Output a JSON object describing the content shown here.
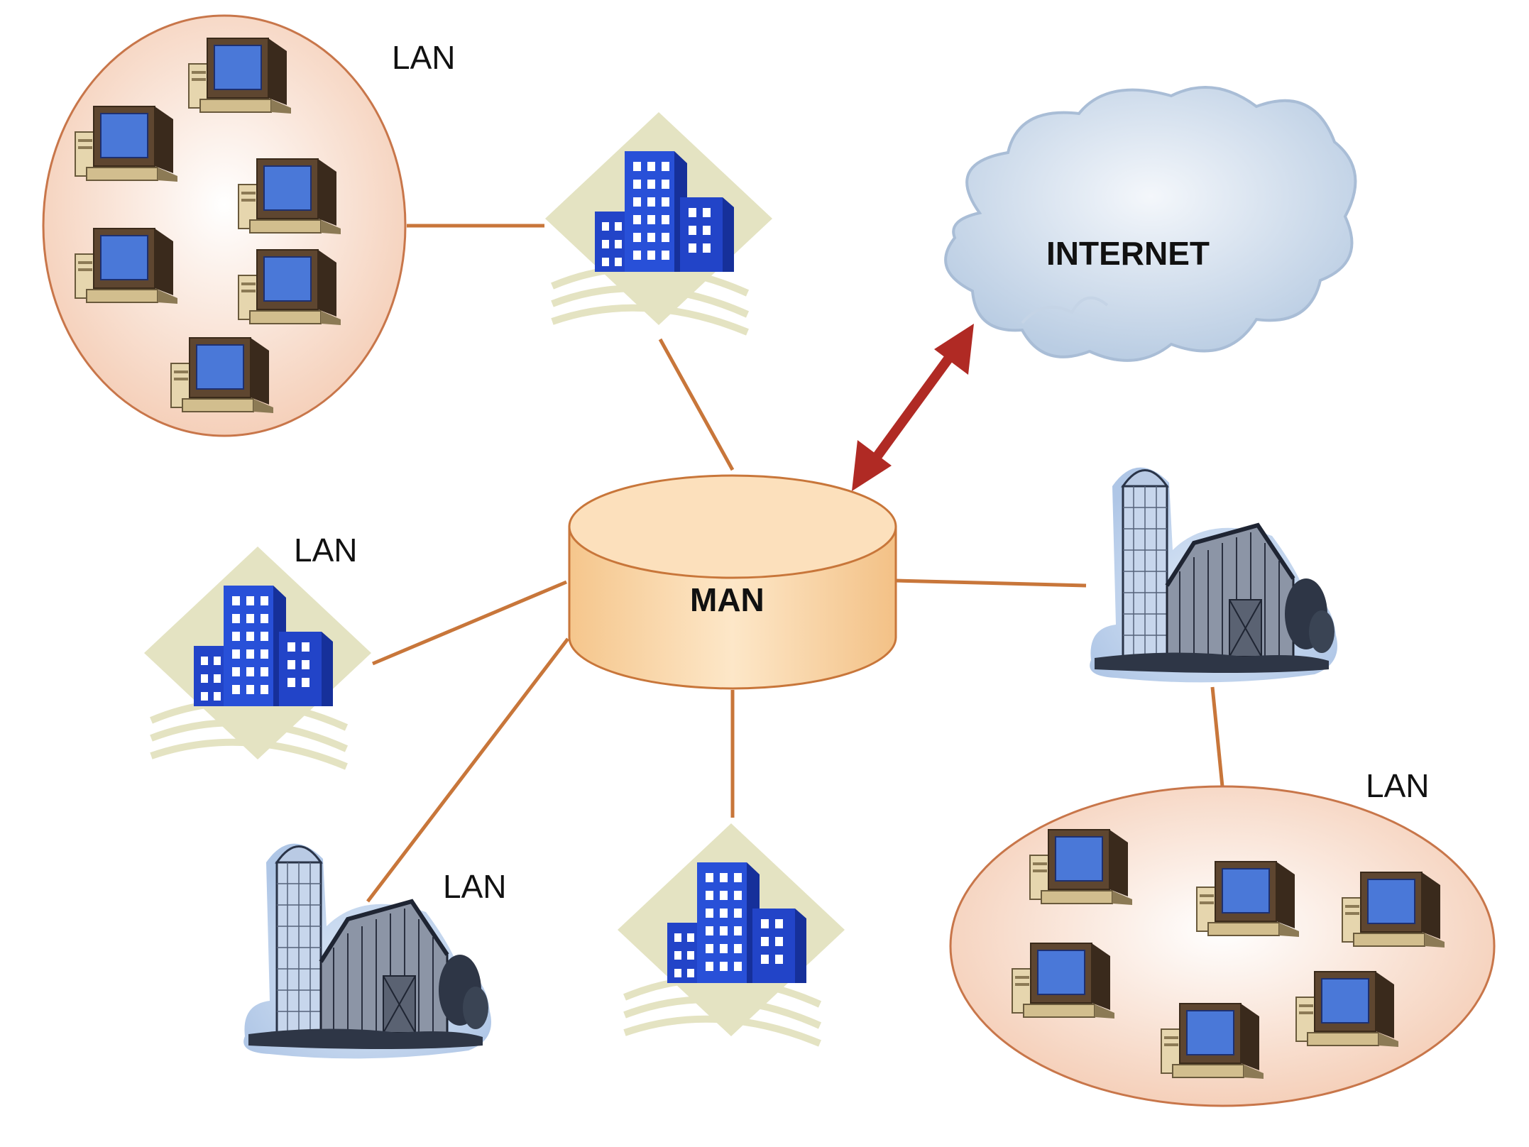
{
  "labels": {
    "lan_top_left": "LAN",
    "lan_mid_left": "LAN",
    "lan_bottom_farm": "LAN",
    "lan_bottom_right": "LAN",
    "internet": "INTERNET",
    "man": "MAN"
  },
  "colors": {
    "link_line": "#C8763A",
    "arrow": "#B02A24",
    "ellipse_stroke": "#C8764A",
    "ellipse_fill": "#F7DCCB",
    "cylinder_fill": "#F9D4A2",
    "cylinder_stroke": "#C8763A",
    "cloud_fill": "#C9D8EA",
    "building_blue": "#2244C8",
    "building_bg": "#E4E3C2",
    "monitor_screen": "#4A78D8",
    "computer_body": "#E6D6AE"
  },
  "icons": {
    "building": "office-building-icon",
    "farm": "farm-silo-barn-icon",
    "computer": "desktop-computer-icon",
    "cloud": "cloud-icon"
  }
}
